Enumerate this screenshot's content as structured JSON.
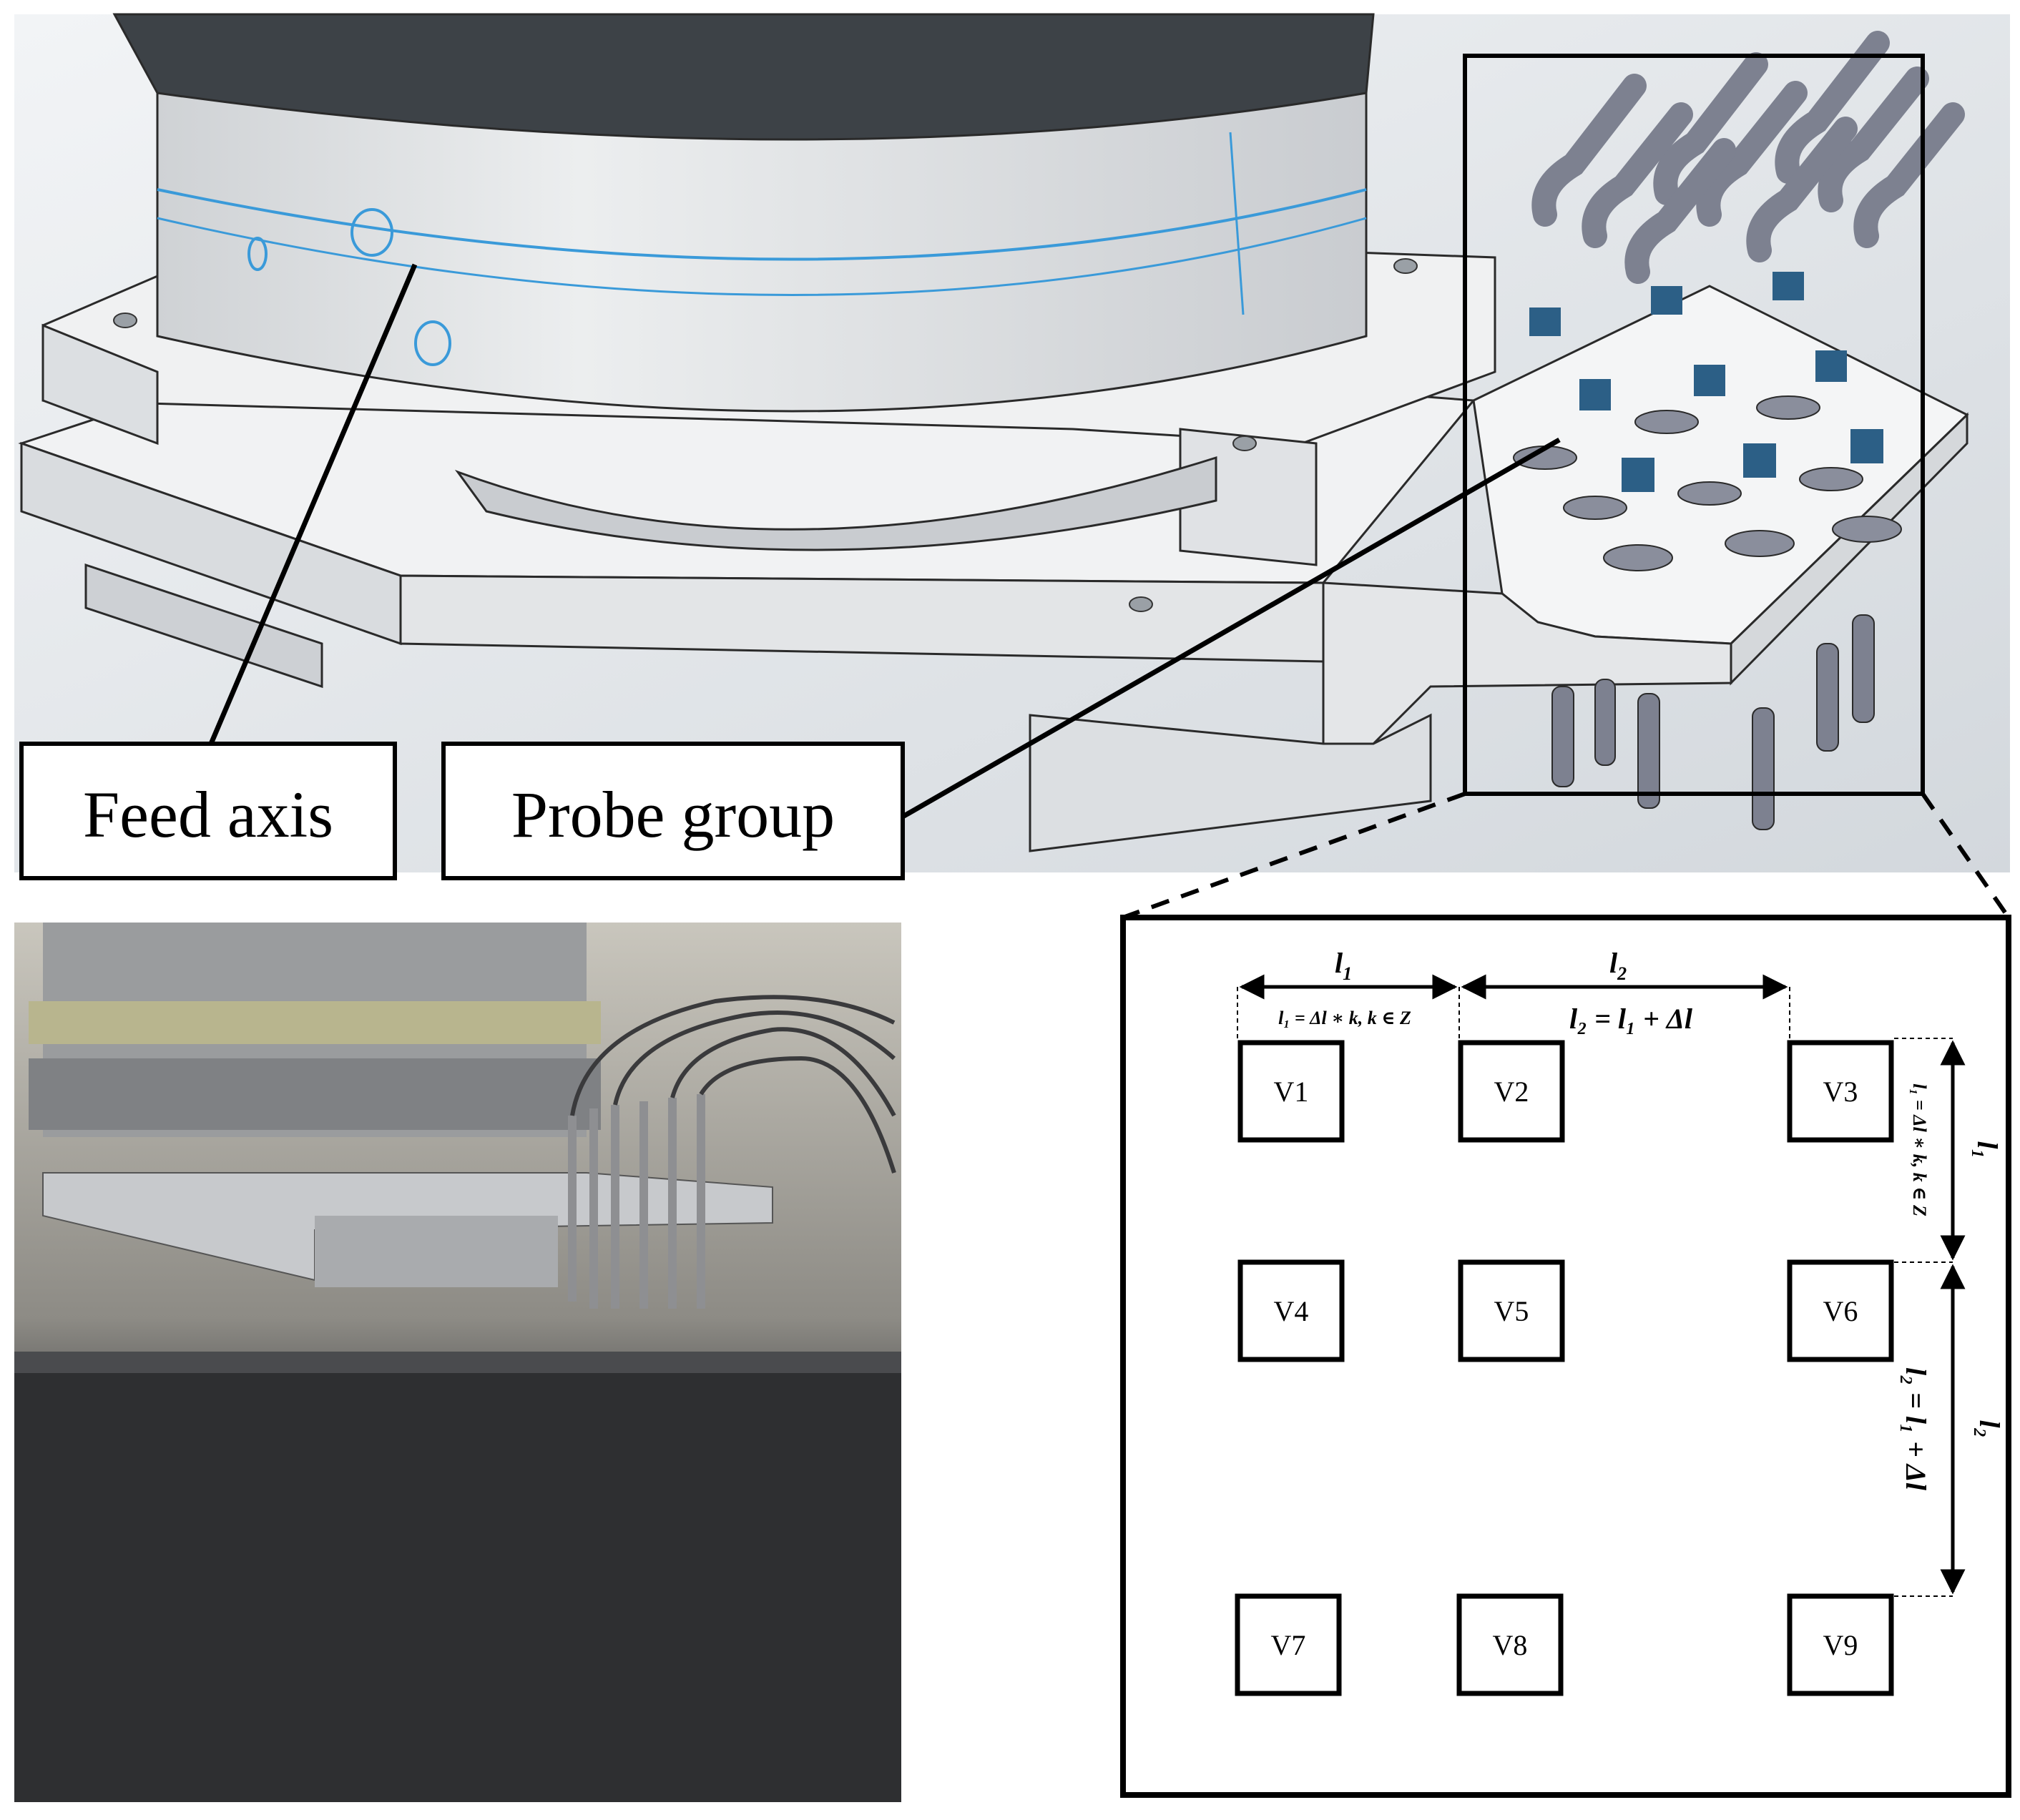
{
  "callouts": {
    "feed_axis": "Feed axis",
    "probe_group": "Probe group"
  },
  "probe_layout": {
    "cells": [
      "V1",
      "V2",
      "V3",
      "V4",
      "V5",
      "V6",
      "V7",
      "V8",
      "V9"
    ],
    "top_dims": {
      "l1_label": "l",
      "l1_sub": "1",
      "l1_formula": "l₁ = Δl ∗ k, k ∈ Z",
      "l2_label": "l",
      "l2_sub": "2",
      "l2_formula": "l₂ = l₁ + Δl"
    },
    "side_dims": {
      "l1_label": "l₁",
      "l1_formula": "l₁ = Δl ∗ k, k ∈ Z",
      "l2_label": "l₂",
      "l2_formula": "l₂ = l₁ + Δl"
    }
  },
  "colors": {
    "render_background": "#dfe3e7",
    "motor_top": "#3d4247",
    "motor_body": "#dadcdf",
    "plate": "#eceeef",
    "edge_line": "#2a2a2a",
    "accent_blue": "#3a9ad9",
    "probe_shaft": "#8a8e9c",
    "probe_tape": "#2c5f86",
    "photo_dark": "#2e2f31"
  }
}
